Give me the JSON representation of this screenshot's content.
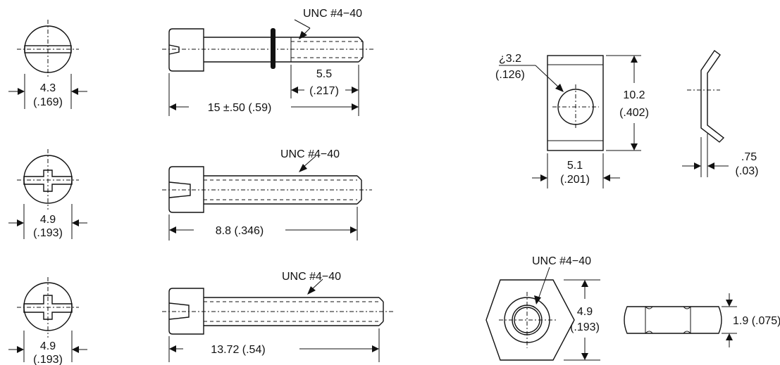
{
  "labels": {
    "screw1_dia": "4.3",
    "screw1_dia_in": "(.169)",
    "screw1_thread": "UNC #4−40",
    "screw1_thread_len": "5.5",
    "screw1_thread_len_in": "(.217)",
    "screw1_length": "15 ±.50 (.59)",
    "screw2_dia": "4.9",
    "screw2_dia_in": "(.193)",
    "screw2_thread": "UNC #4−40",
    "screw2_length": "8.8 (.346)",
    "screw3_dia": "4.9",
    "screw3_dia_in": "(.193)",
    "screw3_thread": "UNC #4−40",
    "screw3_length": "13.72 (.54)",
    "clip_hole": "¿3.2",
    "clip_hole_in": "(.126)",
    "clip_height": "10.2",
    "clip_height_in": "(.402)",
    "clip_width": "5.1",
    "clip_width_in": "(.201)",
    "clip_thickness": ".75",
    "clip_thickness_in": "(.03)",
    "nut_thread": "UNC #4−40",
    "nut_af": "4.9",
    "nut_af_in": "(.193)",
    "nut_thickness": "1.9 (.075)"
  }
}
